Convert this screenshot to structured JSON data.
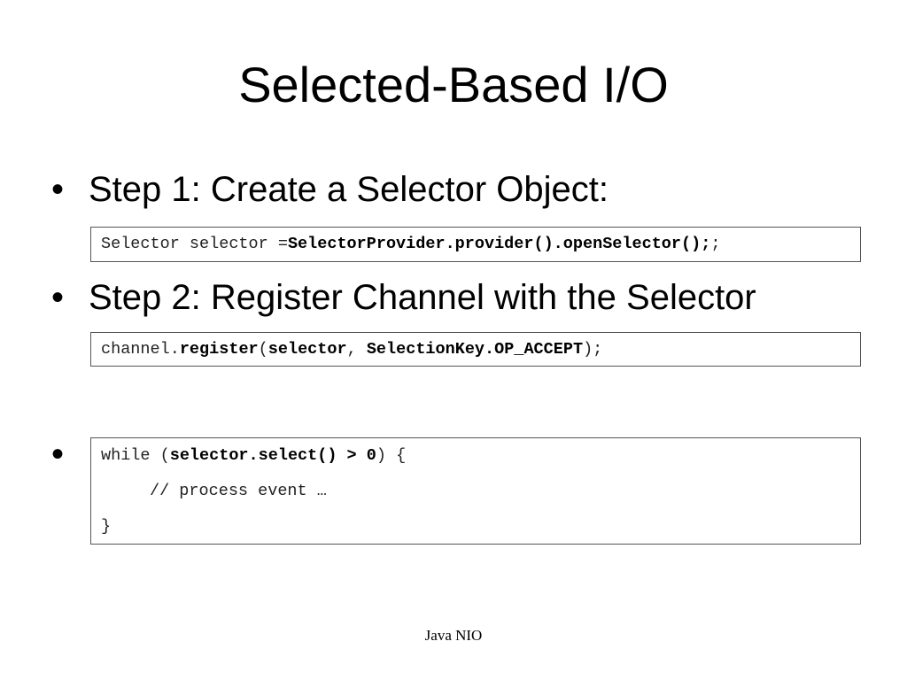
{
  "slide": {
    "title": "Selected-Based I/O",
    "bullet_marker": "•",
    "footer": "Java NIO"
  },
  "bullets": [
    {
      "text": "Step 1: Create a Selector Object:"
    },
    {
      "text": "Step 2: Register Channel with the Selector"
    },
    {
      "text": ""
    }
  ],
  "code_blocks": [
    {
      "lines": [
        {
          "segments": [
            {
              "text": "Selector selector =",
              "bold": false
            },
            {
              "text": "SelectorProvider.provider().openSelector();",
              "bold": true
            },
            {
              "text": ";",
              "bold": false
            }
          ]
        }
      ]
    },
    {
      "lines": [
        {
          "segments": [
            {
              "text": "channel.",
              "bold": false
            },
            {
              "text": "register",
              "bold": true
            },
            {
              "text": "(",
              "bold": false
            },
            {
              "text": "selector",
              "bold": true
            },
            {
              "text": ", ",
              "bold": false
            },
            {
              "text": "SelectionKey.OP_ACCEPT",
              "bold": true
            },
            {
              "text": ");",
              "bold": false
            }
          ]
        }
      ]
    },
    {
      "lines": [
        {
          "segments": [
            {
              "text": "while (",
              "bold": false
            },
            {
              "text": "selector.select() > 0",
              "bold": true
            },
            {
              "text": ") {",
              "bold": false
            }
          ]
        },
        {
          "indent": true,
          "segments": [
            {
              "text": "// process event …",
              "bold": false
            }
          ]
        },
        {
          "segments": [
            {
              "text": "}",
              "bold": false
            }
          ]
        }
      ]
    }
  ]
}
